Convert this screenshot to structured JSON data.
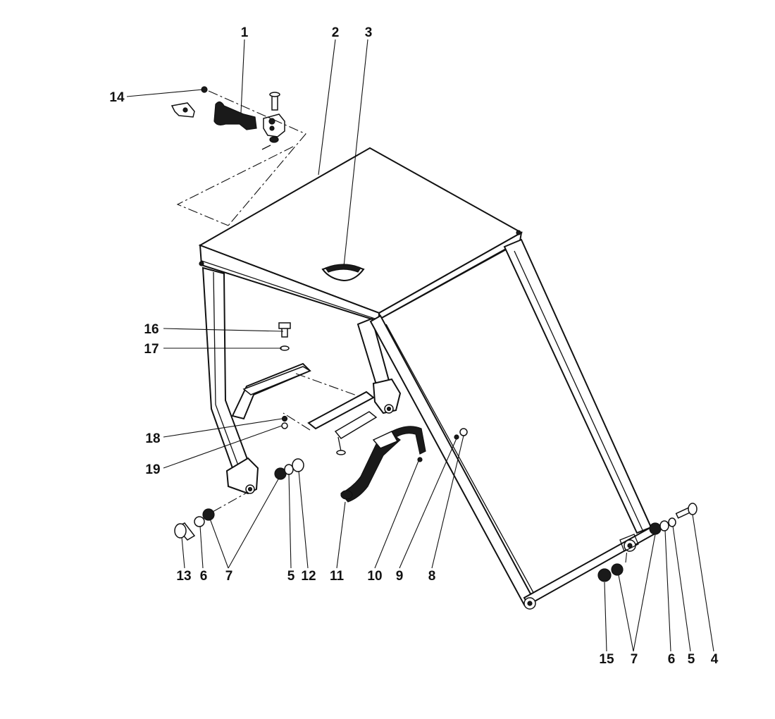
{
  "callouts": [
    {
      "key": "c1",
      "label": "1"
    },
    {
      "key": "c2",
      "label": "2"
    },
    {
      "key": "c3",
      "label": "3"
    },
    {
      "key": "c14",
      "label": "14"
    },
    {
      "key": "c16",
      "label": "16"
    },
    {
      "key": "c17",
      "label": "17"
    },
    {
      "key": "c18",
      "label": "18"
    },
    {
      "key": "c19",
      "label": "19"
    },
    {
      "key": "c13",
      "label": "13"
    },
    {
      "key": "c6a",
      "label": "6"
    },
    {
      "key": "c7a",
      "label": "7"
    },
    {
      "key": "c5a",
      "label": "5"
    },
    {
      "key": "c12",
      "label": "12"
    },
    {
      "key": "c11",
      "label": "11"
    },
    {
      "key": "c10",
      "label": "10"
    },
    {
      "key": "c9",
      "label": "9"
    },
    {
      "key": "c8",
      "label": "8"
    },
    {
      "key": "c15",
      "label": "15"
    },
    {
      "key": "c7b",
      "label": "7"
    },
    {
      "key": "c6b",
      "label": "6"
    },
    {
      "key": "c5b",
      "label": "5"
    },
    {
      "key": "c4",
      "label": "4"
    }
  ]
}
